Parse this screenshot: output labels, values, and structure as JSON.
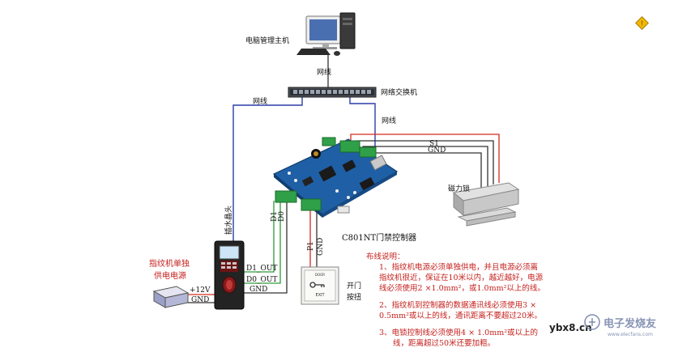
{
  "labels": {
    "computer": "电脑管理主机",
    "switch": "网络交换机",
    "cable_top": "网线",
    "cable_left": "网线",
    "cable_right": "网线",
    "crystal_head": "插水晶头",
    "controller": "C801NT门禁控制器",
    "maglock": "磁力锁",
    "s1": "S1",
    "gnd_lock": "GND",
    "d1": "D1",
    "d0": "D0",
    "p1": "P1",
    "gnd_btn": "GND",
    "d1_out": "D1_OUT",
    "d0_out": "D0_OUT",
    "gnd_reader": "GND",
    "gnd_power": "GND",
    "v12": "+12V",
    "fp_power_l1": "指纹机单独",
    "fp_power_l2": "供电电源",
    "exit_l1": "开门",
    "exit_l2": "按扭",
    "exit_plate_text": "EXIT",
    "exit_plate_top": "DOOR"
  },
  "notes": {
    "title": "布线说明：",
    "n1_l1": "1、指纹机电源必须单独供电，并且电源必须离",
    "n1_l2": "指纹机很近，保证在10米以内，越近越好，电源",
    "n1_l3": "线必须使用2 ×1.0mm²，或1.0mm²以上的线。",
    "n2_l1": "2、指纹机到控制器的数据通讯线必须使用3 ×",
    "n2_l2": "0.5mm²或以上的线，通讯距离不要超过20米。",
    "n3_l1": "3、电锁控制线必须使用4 × 1.0mm²或以上的",
    "n3_l2": "线，距离超过50米还要加粗。"
  },
  "watermark": {
    "url": "ybx8.cn",
    "site": "电子发烧友",
    "site_url": "www.elecfans.com"
  },
  "colors": {
    "network": "#2b3da8",
    "data": "#2e9a3a",
    "power_red": "#d42a1f",
    "ground": "#222222",
    "board": "#1f5fa6",
    "terminal": "#2fa048",
    "note_red": "#c4211d"
  },
  "icons": {
    "top_right": "warning-diamond-icon"
  }
}
